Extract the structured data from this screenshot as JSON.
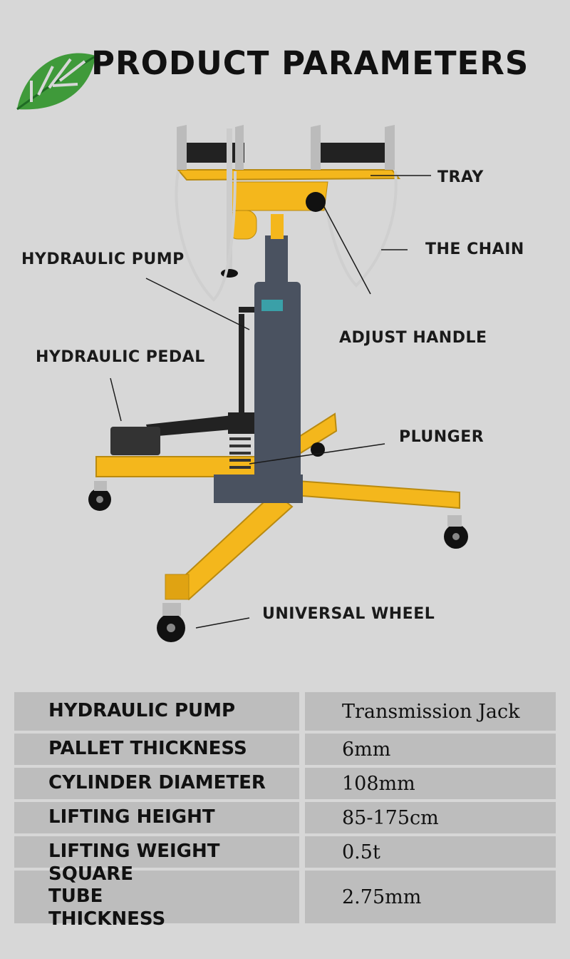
{
  "header": {
    "title": "PRODUCT PARAMETERS"
  },
  "callouts": {
    "tray": "TRAY",
    "chain": "THE CHAIN",
    "pump": "HYDRAULIC PUMP",
    "handle": "ADJUST HANDLE",
    "pedal": "HYDRAULIC PEDAL",
    "plunger": "PLUNGER",
    "wheel": "UNIVERSAL WHEEL"
  },
  "specs": [
    {
      "name": "HYDRAULIC PUMP",
      "value": "Transmission Jack"
    },
    {
      "name": "PALLET THICKNESS",
      "value": "6mm"
    },
    {
      "name": "CYLINDER DIAMETER",
      "value": "108mm"
    },
    {
      "name": "LIFTING HEIGHT",
      "value": "85-175cm"
    },
    {
      "name": "LIFTING WEIGHT",
      "value": "0.5t"
    },
    {
      "name": "SQUARE TUBE THICKNESS",
      "value": "2.75mm"
    }
  ],
  "colors": {
    "background": "#d7d7d7",
    "cell": "#bdbdbd",
    "frame": "#f4b71c",
    "cylinder": "#4a5260",
    "leaf": "#2f8f3a"
  }
}
